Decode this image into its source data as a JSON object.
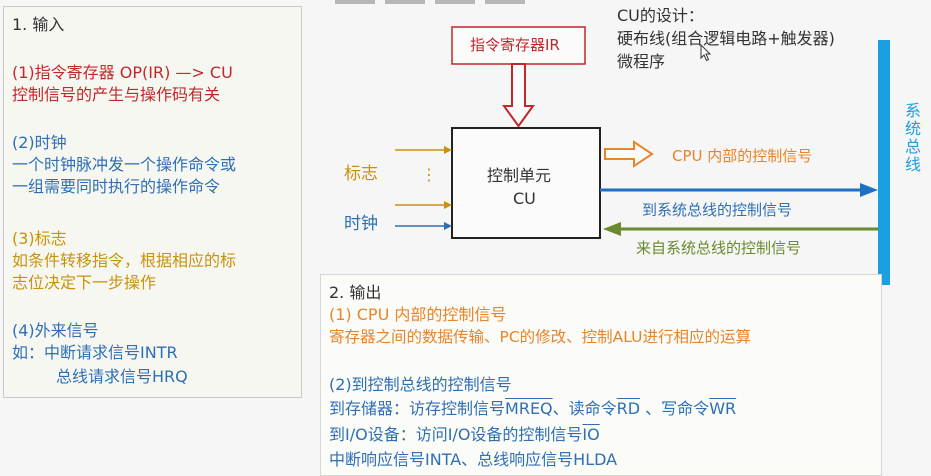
{
  "left_panel": {
    "heading": "1.  输入",
    "s1_title": "(1)指令寄存器   OP(IR) —> CU",
    "s1_desc": "控制信号的产生与操作码有关",
    "s2_title": "(2)时钟",
    "s2_line1": "一个时钟脉冲发一个操作命令或",
    "s2_line2": "一组需要同时执行的操作命令",
    "s3_title": "(3)标志",
    "s3_line1": "如条件转移指令，根据相应的标",
    "s3_line2": "志位决定下一步操作",
    "s4_title": "(4)外来信号",
    "s4_line1": "如：中断请求信号INTR",
    "s4_line2": "总线请求信号HRQ"
  },
  "diagram": {
    "ir_label": "指令寄存器IR",
    "cu_line1": "控制单元",
    "cu_line2": "CU",
    "flag_label": "标志",
    "flag_dots": "⋮",
    "clock_label": "时钟",
    "out_internal": "CPU 内部的控制信号",
    "out_to_bus": "到系统总线的控制信号",
    "in_from_bus": "来自系统总线的控制信号",
    "bus_label": "系统总线"
  },
  "cu_design": {
    "title": "CU的设计：",
    "line1": "硬布线(组合逻辑电路+触发器)",
    "line2": "微程序"
  },
  "output_panel": {
    "heading": "2.  输出",
    "o1_title": "(1) CPU 内部的控制信号",
    "o1_desc": "寄存器之间的数据传输、PC的修改、控制ALU进行相应的运算",
    "o2_title": "(2)到控制总线的控制信号",
    "mem_prefix": "到存储器：访存控制信号",
    "mem_sig": "MREQ",
    "read_prefix": "、读命令",
    "read_sig": "RD",
    "write_prefix": " 、写命令",
    "write_sig": "WR",
    "io_prefix": "到I/O设备：访问I/O设备的控制信号",
    "io_sig": "IO",
    "int_line": "中断响应信号INTA、总线响应信号HLDA"
  },
  "colors": {
    "red": "#c0282a",
    "blue": "#2e6fb5",
    "gold": "#c9920e",
    "orange": "#e8842a",
    "green": "#6a8a2f",
    "bus": "#1a9fe0"
  }
}
